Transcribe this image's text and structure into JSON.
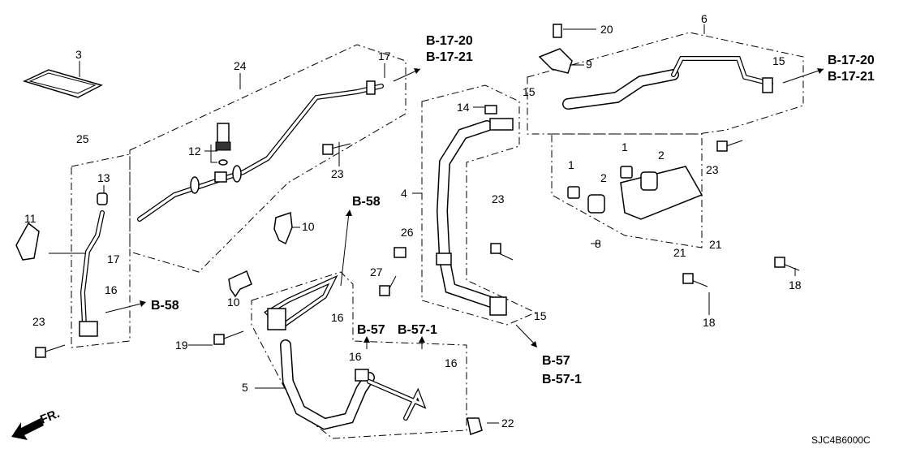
{
  "diagram": {
    "callouts": [
      "3",
      "24",
      "17",
      "25",
      "12",
      "13",
      "11",
      "17",
      "23",
      "10",
      "10",
      "16",
      "23",
      "19",
      "16",
      "5",
      "16",
      "16",
      "22",
      "4",
      "14",
      "15",
      "20",
      "9",
      "6",
      "15",
      "23",
      "1",
      "1",
      "2",
      "2",
      "8",
      "21",
      "21",
      "26",
      "27",
      "23",
      "15",
      "18",
      "18"
    ],
    "references": [
      "B-17-20",
      "B-17-21",
      "B-17-20",
      "B-17-21",
      "B-58",
      "B-58",
      "B-57",
      "B-57-1",
      "B-57",
      "B-57-1"
    ],
    "direction_label": "FR.",
    "diagram_code": "SJC4B6000C"
  }
}
